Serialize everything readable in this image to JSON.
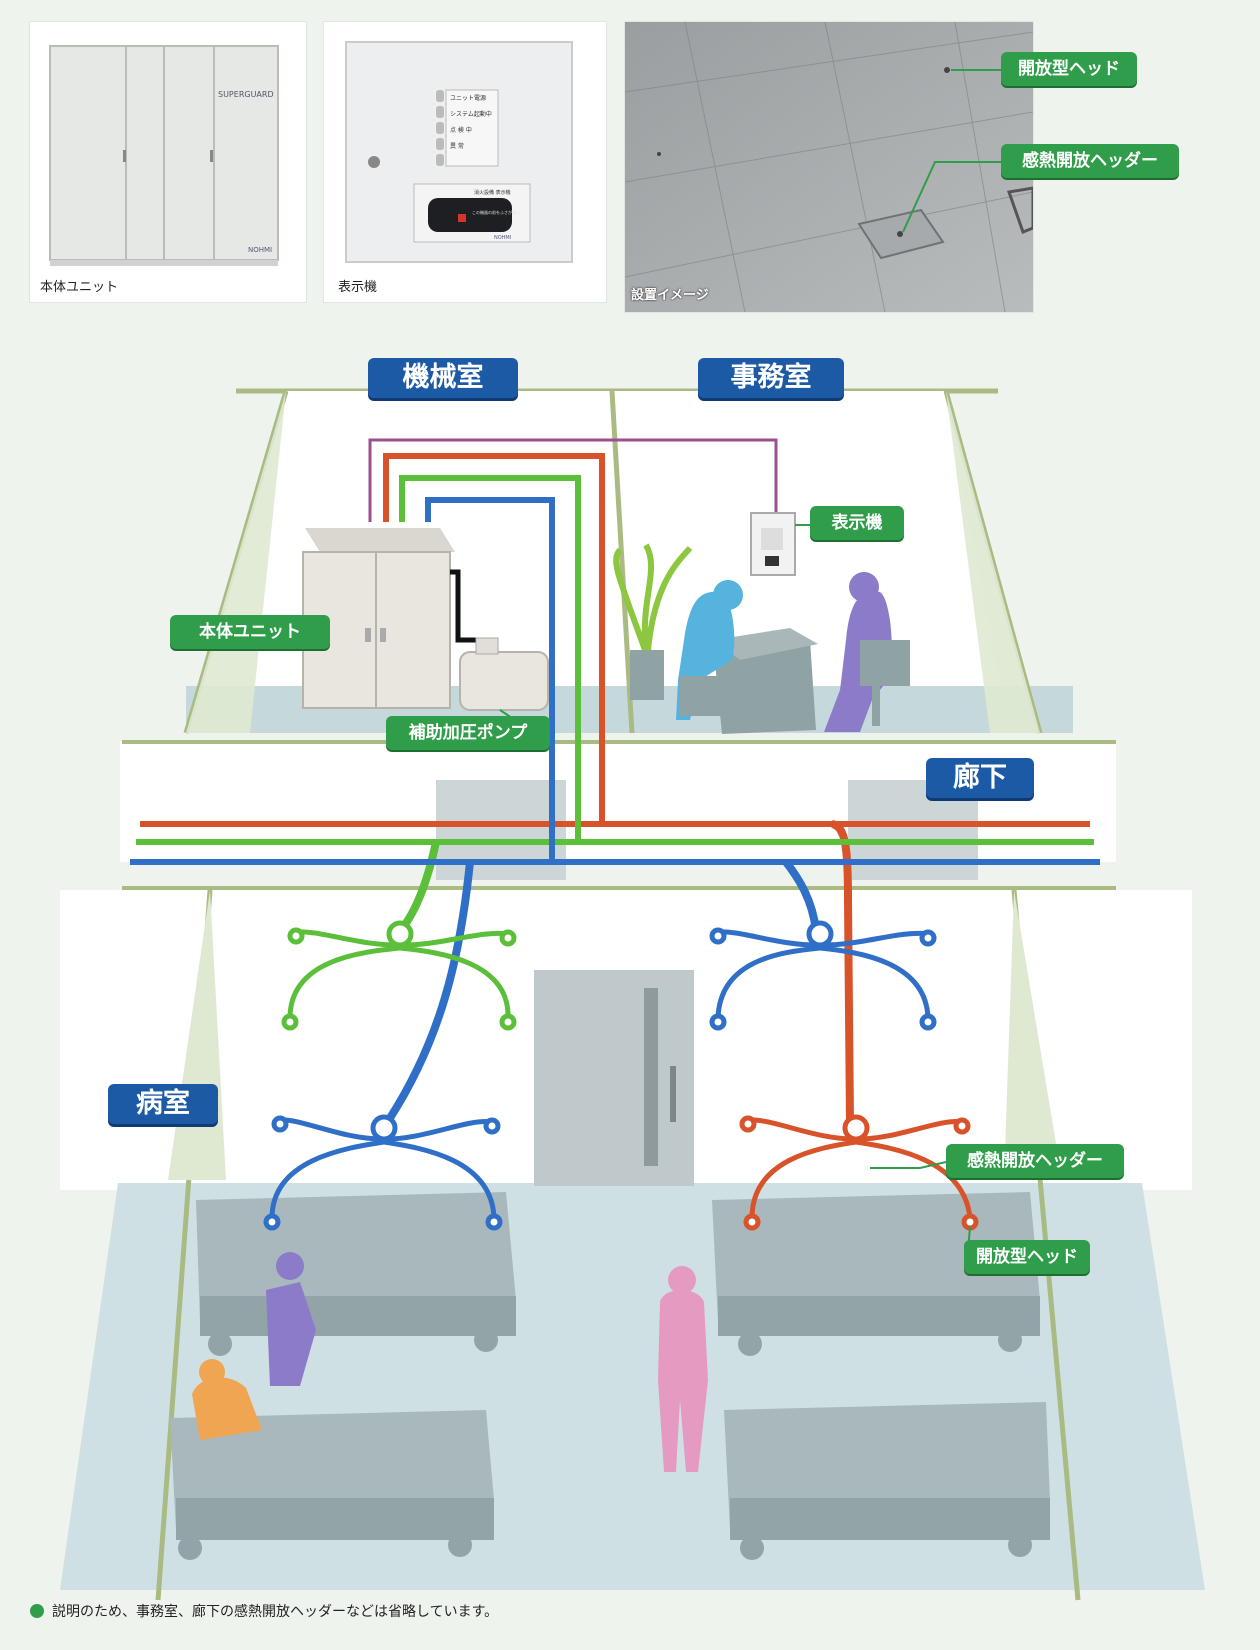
{
  "photos": [
    {
      "caption": "本体ユニット",
      "brand_text": "SUPERGUARD",
      "maker_text": "NOHMI"
    },
    {
      "caption": "表示機",
      "lamps": [
        "ユニット電源",
        "システム起動中",
        "点 検 中",
        "異 常"
      ],
      "display_label": "消火設備 表示機",
      "display_note": "この機器の前をふさがない",
      "maker_text": "NOHMI"
    },
    {
      "caption": "設置イメージ",
      "callouts": [
        "開放型ヘッド",
        "感熱開放ヘッダー"
      ]
    }
  ],
  "rooms": {
    "machine": "機械室",
    "office": "事務室",
    "corridor": "廊下",
    "ward": "病室"
  },
  "callouts": {
    "display_unit": "表示機",
    "main_unit": "本体ユニット",
    "pump": "補助加圧ポンプ",
    "header": "感熱開放ヘッダー",
    "head": "開放型ヘッド"
  },
  "footnote": "説明のため、事務室、廊下の感熱開放ヘッダーなどは省略しています。",
  "colors": {
    "pipe_red": "#d9532a",
    "pipe_green": "#5bbf3a",
    "pipe_blue": "#2f6fc7",
    "pipe_signal": "#9c4f8f",
    "tag_blue": "#1d5aa6",
    "callout_green": "#2f9d49",
    "wall_outline": "#a9bb82"
  }
}
